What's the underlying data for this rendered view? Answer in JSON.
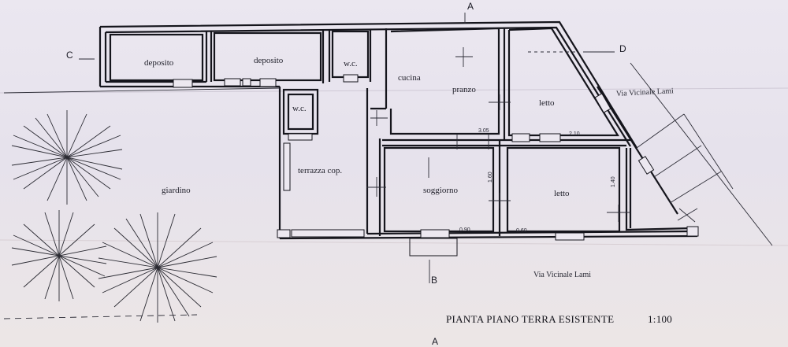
{
  "drawing": {
    "title": "PIANTA PIANO TERRA ESISTENTE",
    "scale": "1:100",
    "rooms": {
      "deposito_1": "deposito",
      "deposito_2": "deposito",
      "wc_1": "w.c.",
      "wc_2": "w.c.",
      "cucina": "cucina",
      "pranzo": "pranzo",
      "letto_1": "letto",
      "letto_2": "letto",
      "soggiorno": "soggiorno",
      "terrazza": "terrazza cop.",
      "giardino": "giardino"
    },
    "streets": {
      "right": "Via Vicinale Lami",
      "bottom": "Via Vicinale Lami"
    },
    "sections": {
      "a_top": "A",
      "a_bottom": "A",
      "b": "B",
      "c": "C",
      "d": "D"
    },
    "dimensions": {
      "d1": "3.05",
      "d2": "2.10",
      "d3": "1.60",
      "d4": "1.40",
      "d5": "0.90",
      "d6": "0.60"
    }
  }
}
